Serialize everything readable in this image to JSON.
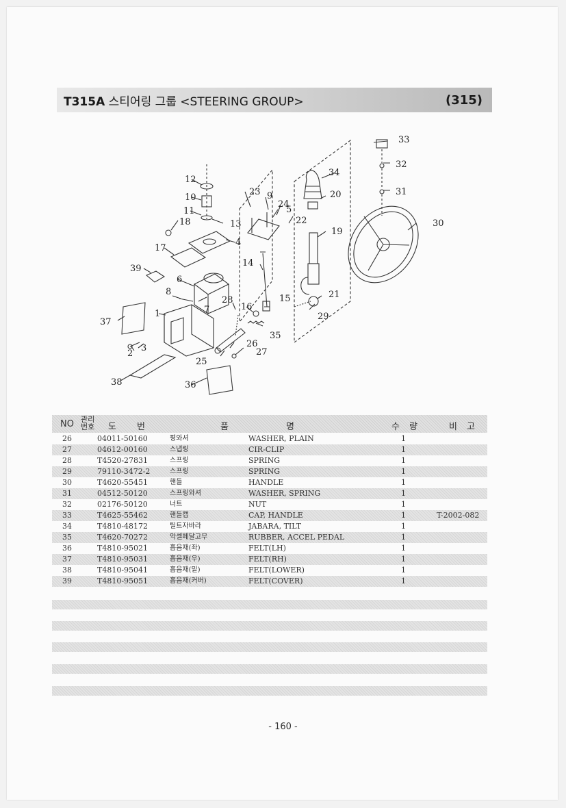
{
  "header": {
    "code": "T315A",
    "title": "스티어링 그룹 <STEERING GROUP>",
    "page_code": "(315)"
  },
  "diagram": {
    "callouts": [
      "1",
      "2",
      "3",
      "4",
      "5",
      "6",
      "7",
      "8",
      "9",
      "10",
      "11",
      "12",
      "13",
      "14",
      "15",
      "16",
      "17",
      "18",
      "19",
      "20",
      "21",
      "22",
      "23",
      "24",
      "25",
      "26",
      "27",
      "28",
      "29",
      "30",
      "31",
      "32",
      "33",
      "34",
      "35",
      "36",
      "37",
      "38",
      "39"
    ]
  },
  "table": {
    "headers": {
      "no": "NO",
      "mgmt_top": "관리",
      "mgmt_bottom": "번호",
      "do": "도",
      "beon": "번",
      "pum": "품",
      "myeong": "명",
      "su": "수",
      "ryang": "량",
      "bi": "비",
      "go": "고"
    },
    "rows": [
      {
        "no": "26",
        "part": "04011-50160",
        "kor": "평와셔",
        "eng": "WASHER, PLAIN",
        "qty": "1",
        "remark": ""
      },
      {
        "no": "27",
        "part": "04612-00160",
        "kor": "스냅링",
        "eng": "CIR-CLIP",
        "qty": "1",
        "remark": ""
      },
      {
        "no": "28",
        "part": "T4520-27831",
        "kor": "스프링",
        "eng": "SPRING",
        "qty": "1",
        "remark": ""
      },
      {
        "no": "29",
        "part": "79110-3472-2",
        "kor": "스프링",
        "eng": "SPRING",
        "qty": "1",
        "remark": ""
      },
      {
        "no": "30",
        "part": "T4620-55451",
        "kor": "핸들",
        "eng": "HANDLE",
        "qty": "1",
        "remark": ""
      },
      {
        "no": "31",
        "part": "04512-50120",
        "kor": "스프링와셔",
        "eng": "WASHER, SPRING",
        "qty": "1",
        "remark": ""
      },
      {
        "no": "32",
        "part": "02176-50120",
        "kor": "너트",
        "eng": "NUT",
        "qty": "1",
        "remark": ""
      },
      {
        "no": "33",
        "part": "T4625-55462",
        "kor": "핸들캡",
        "eng": "CAP, HANDLE",
        "qty": "1",
        "remark": "T-2002-082"
      },
      {
        "no": "34",
        "part": "T4810-48172",
        "kor": "틸트자바라",
        "eng": "JABARA, TILT",
        "qty": "1",
        "remark": ""
      },
      {
        "no": "35",
        "part": "T4620-70272",
        "kor": "악셀페달고무",
        "eng": "RUBBER, ACCEL PEDAL",
        "qty": "1",
        "remark": ""
      },
      {
        "no": "36",
        "part": "T4810-95021",
        "kor": "흡음재(좌)",
        "eng": "FELT(LH)",
        "qty": "1",
        "remark": ""
      },
      {
        "no": "37",
        "part": "T4810-95031",
        "kor": "흡음재(우)",
        "eng": "FELT(RH)",
        "qty": "1",
        "remark": ""
      },
      {
        "no": "38",
        "part": "T4810-95041",
        "kor": "흡음재(밑)",
        "eng": "FELT(LOWER)",
        "qty": "1",
        "remark": ""
      },
      {
        "no": "39",
        "part": "T4810-95051",
        "kor": "흡음재(커버)",
        "eng": "FELT(COVER)",
        "qty": "1",
        "remark": ""
      }
    ]
  },
  "footer": {
    "page_number": "- 160 -"
  }
}
